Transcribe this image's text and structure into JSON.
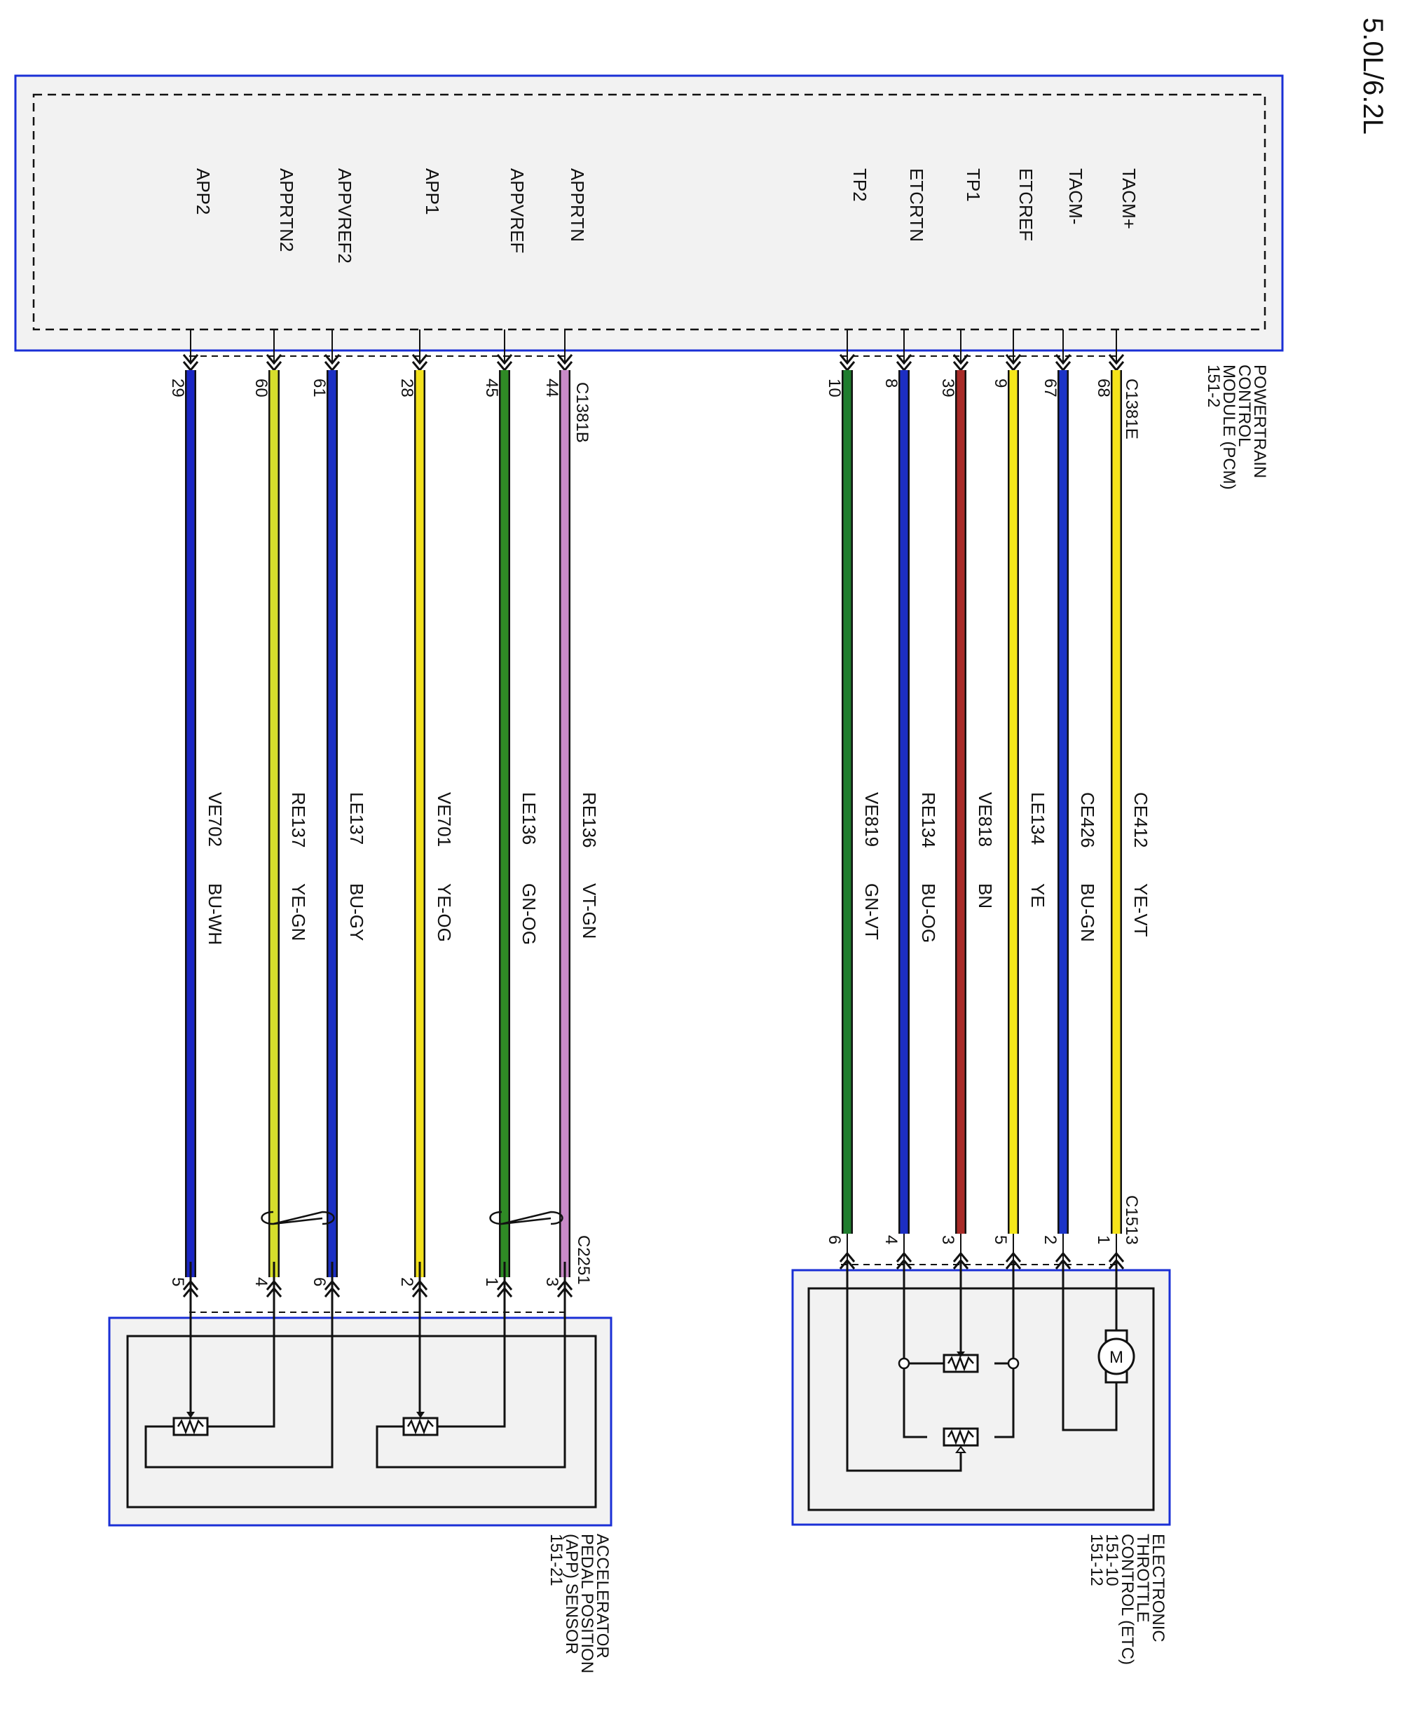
{
  "header": {
    "engine": "5.0L/6.2L"
  },
  "pcm": {
    "name_lines": [
      "POWERTRAIN",
      "CONTROL",
      "MODULE (PCM)",
      "151-2"
    ],
    "connector_top": "C1381E",
    "connector_bottom": "C1381B"
  },
  "etc": {
    "name_lines": [
      "ELECTRONIC",
      "THROTTLE",
      "CONTROL (ETC)",
      "151-10",
      "151-12"
    ],
    "connector": "C1513",
    "motor_symbol": "M"
  },
  "app": {
    "name_lines": [
      "ACCELERATOR",
      "PEDAL POSITION",
      "(APP) SENSOR",
      "151-21"
    ],
    "connector": "C2251"
  },
  "wires": [
    {
      "signal": "TACM+",
      "pcm_pin": "68",
      "circuit": "CE412",
      "color": "YE-VT",
      "far_pin": "1",
      "group": "etc",
      "hex": "#f5e31a"
    },
    {
      "signal": "TACM-",
      "pcm_pin": "67",
      "circuit": "CE426",
      "color": "BU-GN",
      "far_pin": "2",
      "group": "etc",
      "hex": "#1c34c8"
    },
    {
      "signal": "ETCREF",
      "pcm_pin": "9",
      "circuit": "LE134",
      "color": "YE",
      "far_pin": "5",
      "group": "etc",
      "hex": "#f5e81a"
    },
    {
      "signal": "TP1",
      "pcm_pin": "39",
      "circuit": "VE818",
      "color": "BN",
      "far_pin": "3",
      "group": "etc",
      "hex": "#a82b28"
    },
    {
      "signal": "ETCRTN",
      "pcm_pin": "8",
      "circuit": "RE134",
      "color": "BU-OG",
      "far_pin": "4",
      "group": "etc",
      "hex": "#1c2ec2"
    },
    {
      "signal": "TP2",
      "pcm_pin": "10",
      "circuit": "VE819",
      "color": "GN-VT",
      "far_pin": "6",
      "group": "etc",
      "hex": "#1f7d2e"
    },
    {
      "signal": "APPRTN",
      "pcm_pin": "44",
      "circuit": "RE136",
      "color": "VT-GN",
      "far_pin": "3",
      "group": "app",
      "hex": "#c98ac8"
    },
    {
      "signal": "APPVREF",
      "pcm_pin": "45",
      "circuit": "LE136",
      "color": "GN-OG",
      "far_pin": "1",
      "group": "app",
      "hex": "#2f8a25"
    },
    {
      "signal": "APP1",
      "pcm_pin": "28",
      "circuit": "VE701",
      "color": "YE-OG",
      "far_pin": "2",
      "group": "app",
      "hex": "#f2e11c"
    },
    {
      "signal": "APPVREF2",
      "pcm_pin": "61",
      "circuit": "LE137",
      "color": "BU-GY",
      "far_pin": "6",
      "group": "app",
      "hex": "#1c30c4"
    },
    {
      "signal": "APPRTN2",
      "pcm_pin": "60",
      "circuit": "RE137",
      "color": "YE-GN",
      "far_pin": "4",
      "group": "app",
      "hex": "#d6de2c"
    },
    {
      "signal": "APP2",
      "pcm_pin": "29",
      "circuit": "VE702",
      "color": "BU-WH",
      "far_pin": "5",
      "group": "app",
      "hex": "#1a26c4"
    }
  ],
  "colors": {
    "module_border": "#1a2fd6",
    "module_fill": "#f2f2f2",
    "line": "#111111"
  }
}
